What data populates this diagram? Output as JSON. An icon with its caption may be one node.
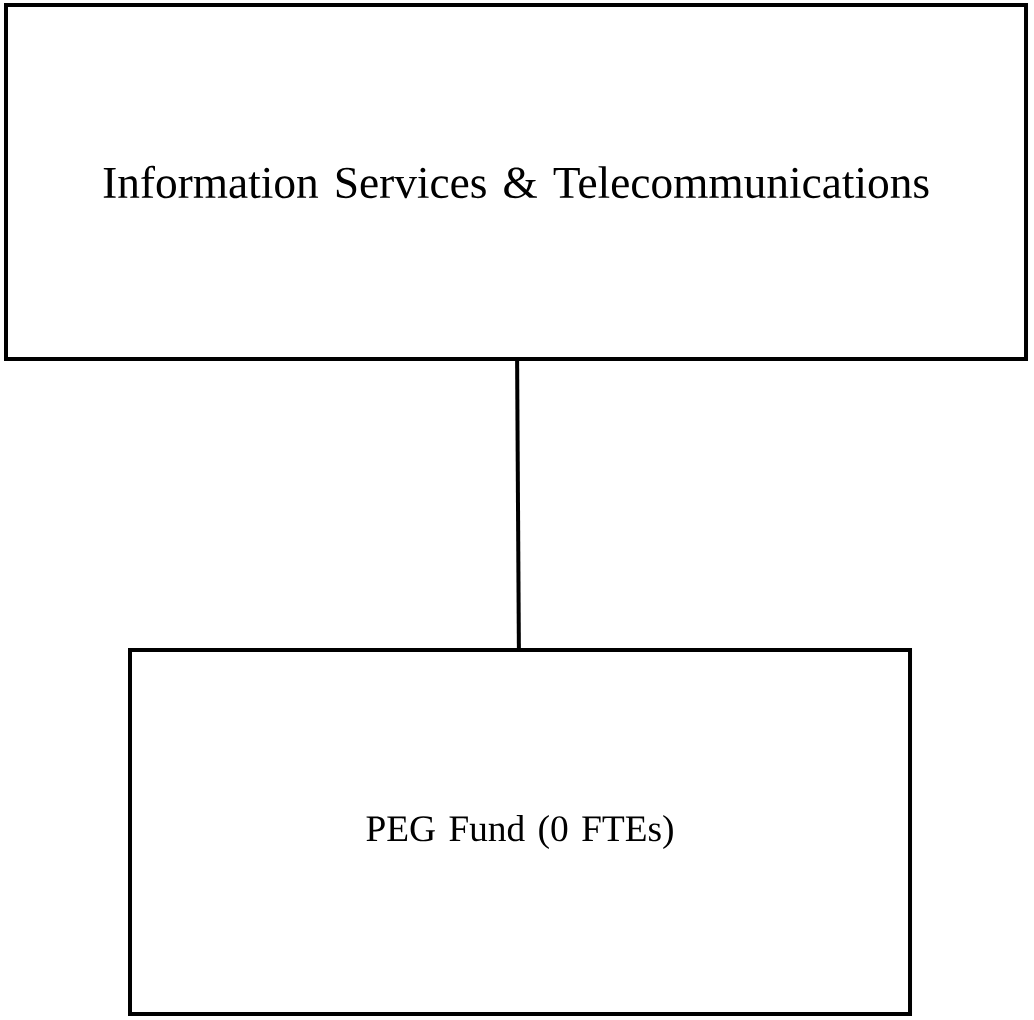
{
  "diagram": {
    "nodes": [
      {
        "text": [
          "Information Services & Telecommunications"
        ]
      },
      {
        "text": [
          "PEG Fund (0 FTEs)"
        ]
      }
    ],
    "edges": [
      {
        "from": 0,
        "to": 1,
        "arrow": "none"
      }
    ]
  }
}
